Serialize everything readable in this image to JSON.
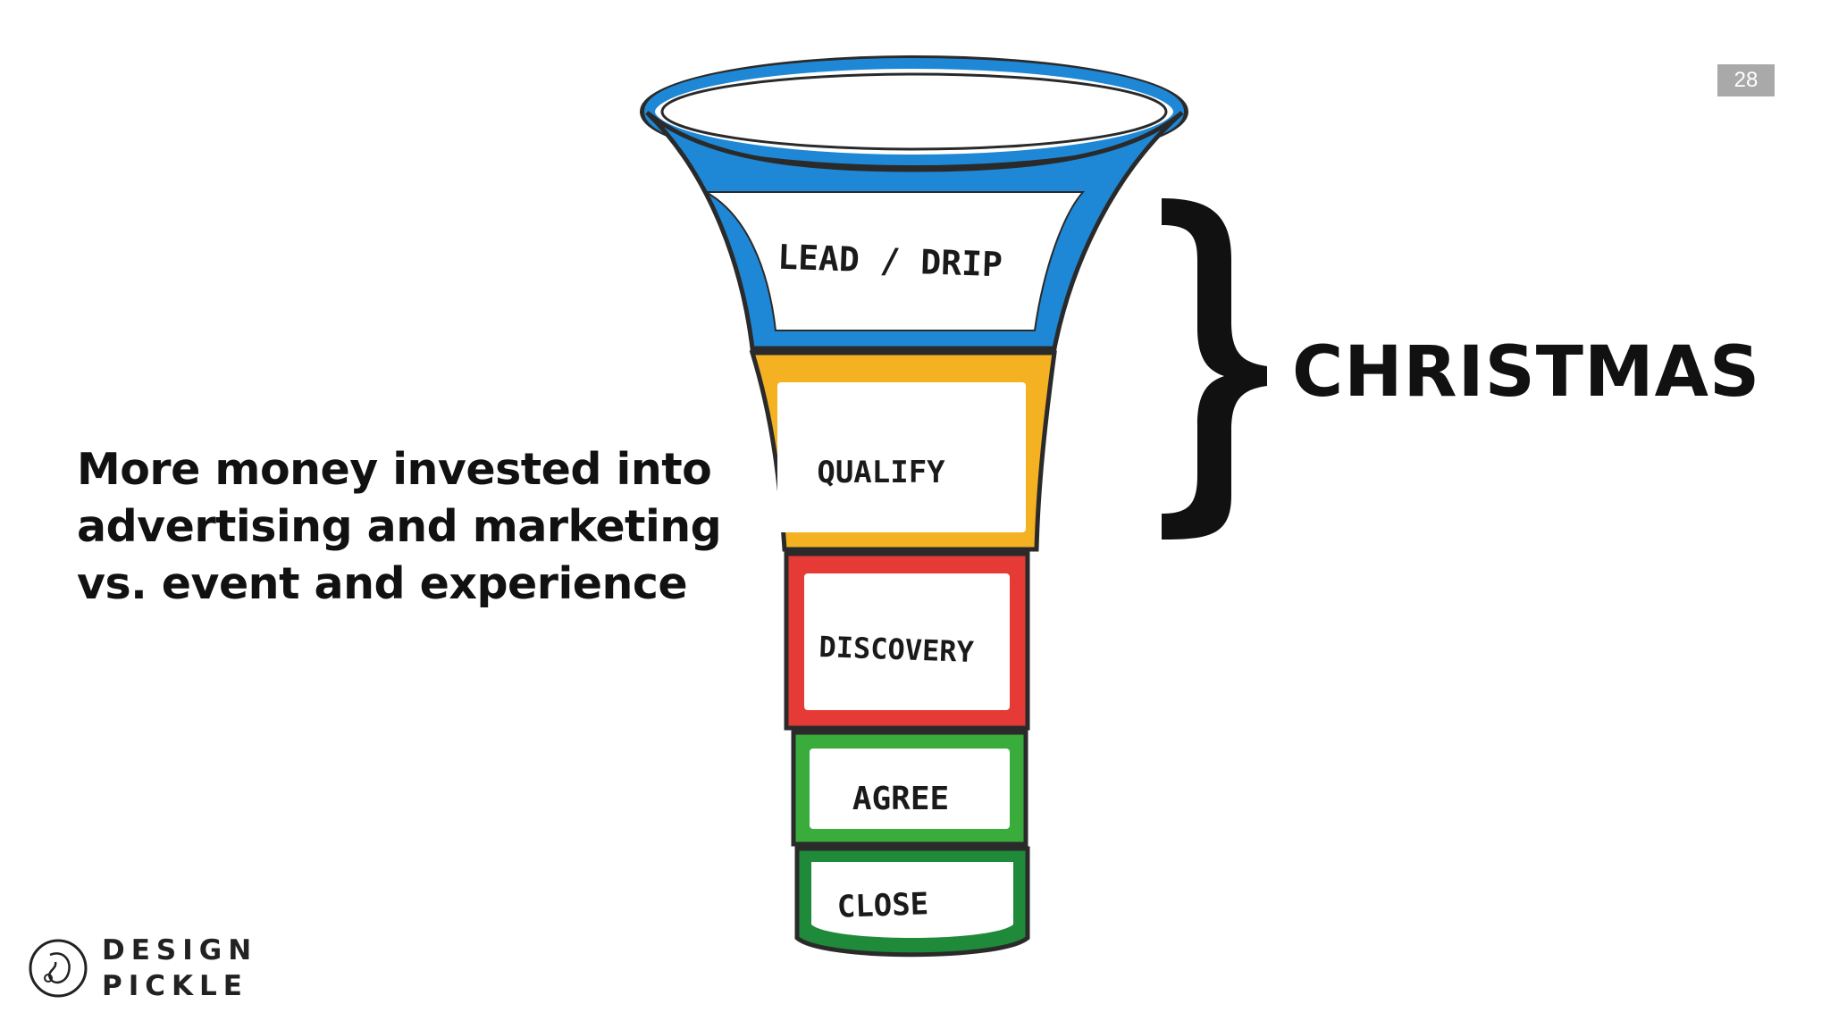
{
  "slide": {
    "page_number": "28",
    "caption_lines": [
      "More money invested into",
      "advertising and marketing",
      "vs. event and experience"
    ],
    "bracket_label": "CHRISTMAS"
  },
  "funnel": {
    "stages": [
      {
        "label": "LEAD / DRIP",
        "color": "#1e88d6"
      },
      {
        "label": "QUALIFY",
        "color": "#f4b223"
      },
      {
        "label": "DISCOVERY",
        "color": "#e53a36"
      },
      {
        "label": "AGREE",
        "color": "#3aac3c"
      },
      {
        "label": "CLOSE",
        "color": "#1f8a3a"
      }
    ],
    "outline_color": "#2a2a2a"
  },
  "logo": {
    "line1": "DESIGN",
    "line2": "PICKLE"
  }
}
